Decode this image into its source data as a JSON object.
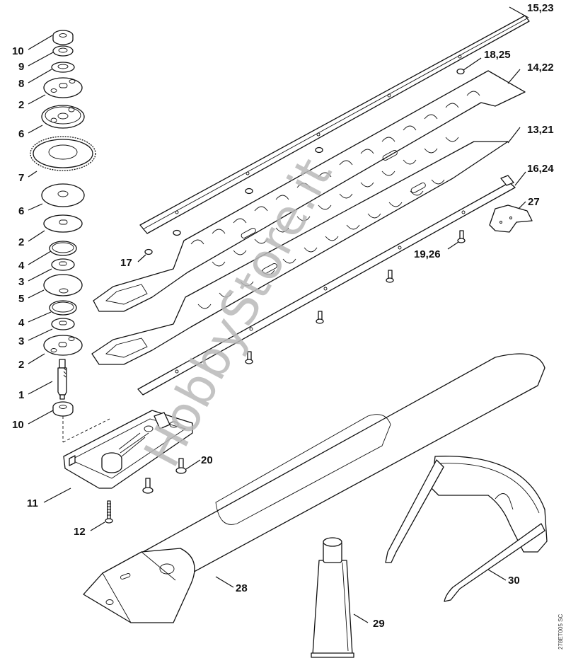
{
  "diagram": {
    "title": "Exploded parts diagram – hedge trimmer cutting attachment",
    "watermark": "HobbyStore.it",
    "drawing_code": "278ET005 SC",
    "labels": {
      "p10a": "10",
      "p9": "9",
      "p8": "8",
      "p2a": "2",
      "p6a": "6",
      "p7": "7",
      "p6b": "6",
      "p2b": "2",
      "p4a": "4",
      "p3a": "3",
      "p5": "5",
      "p4b": "4",
      "p3b": "3",
      "p2c": "2",
      "p1": "1",
      "p10b": "10",
      "p11": "11",
      "p12": "12",
      "p20": "20",
      "p17": "17",
      "p15_23": "15,23",
      "p18_25": "18,25",
      "p14_22": "14,22",
      "p13_21": "13,21",
      "p16_24": "16,24",
      "p27": "27",
      "p19_26": "19,26",
      "p28": "28",
      "p29": "29",
      "p30": "30"
    }
  }
}
